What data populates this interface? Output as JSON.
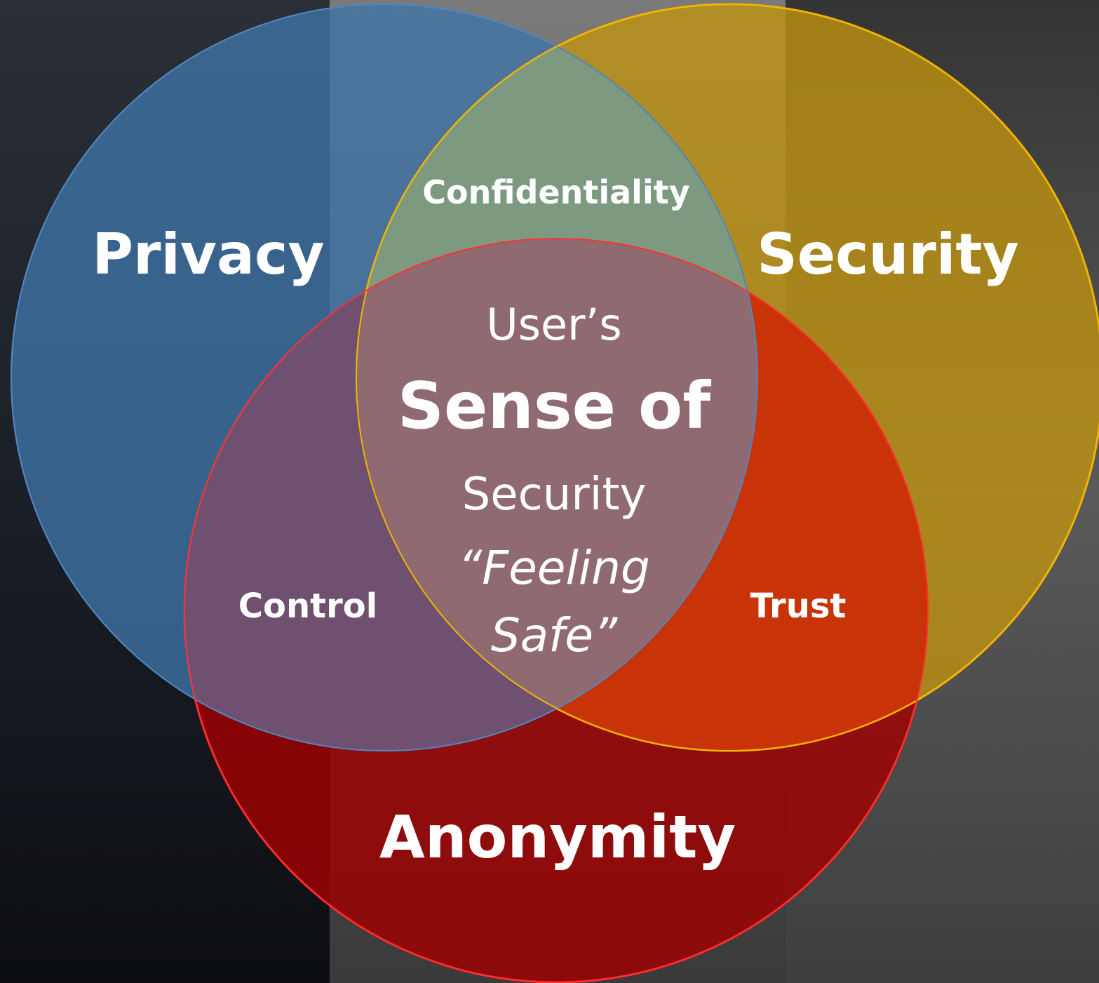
{
  "circles": {
    "privacy": {
      "label": "Privacy",
      "color": "#3d6e9e"
    },
    "security": {
      "label": "Security",
      "color": "#b8900a"
    },
    "anonymity": {
      "label": "Anonymity",
      "color": "#a80a0a"
    },
    "center": {
      "color": "#c08080"
    }
  },
  "overlaps": {
    "privacy_security": "Confidentiality",
    "privacy_anonymity": "Control",
    "security_anonymity": "Trust"
  },
  "center_text": {
    "line1": "User’s",
    "line2": "Sense of",
    "line3": "Security",
    "line4": "“Feeling",
    "line5": "Safe”"
  }
}
